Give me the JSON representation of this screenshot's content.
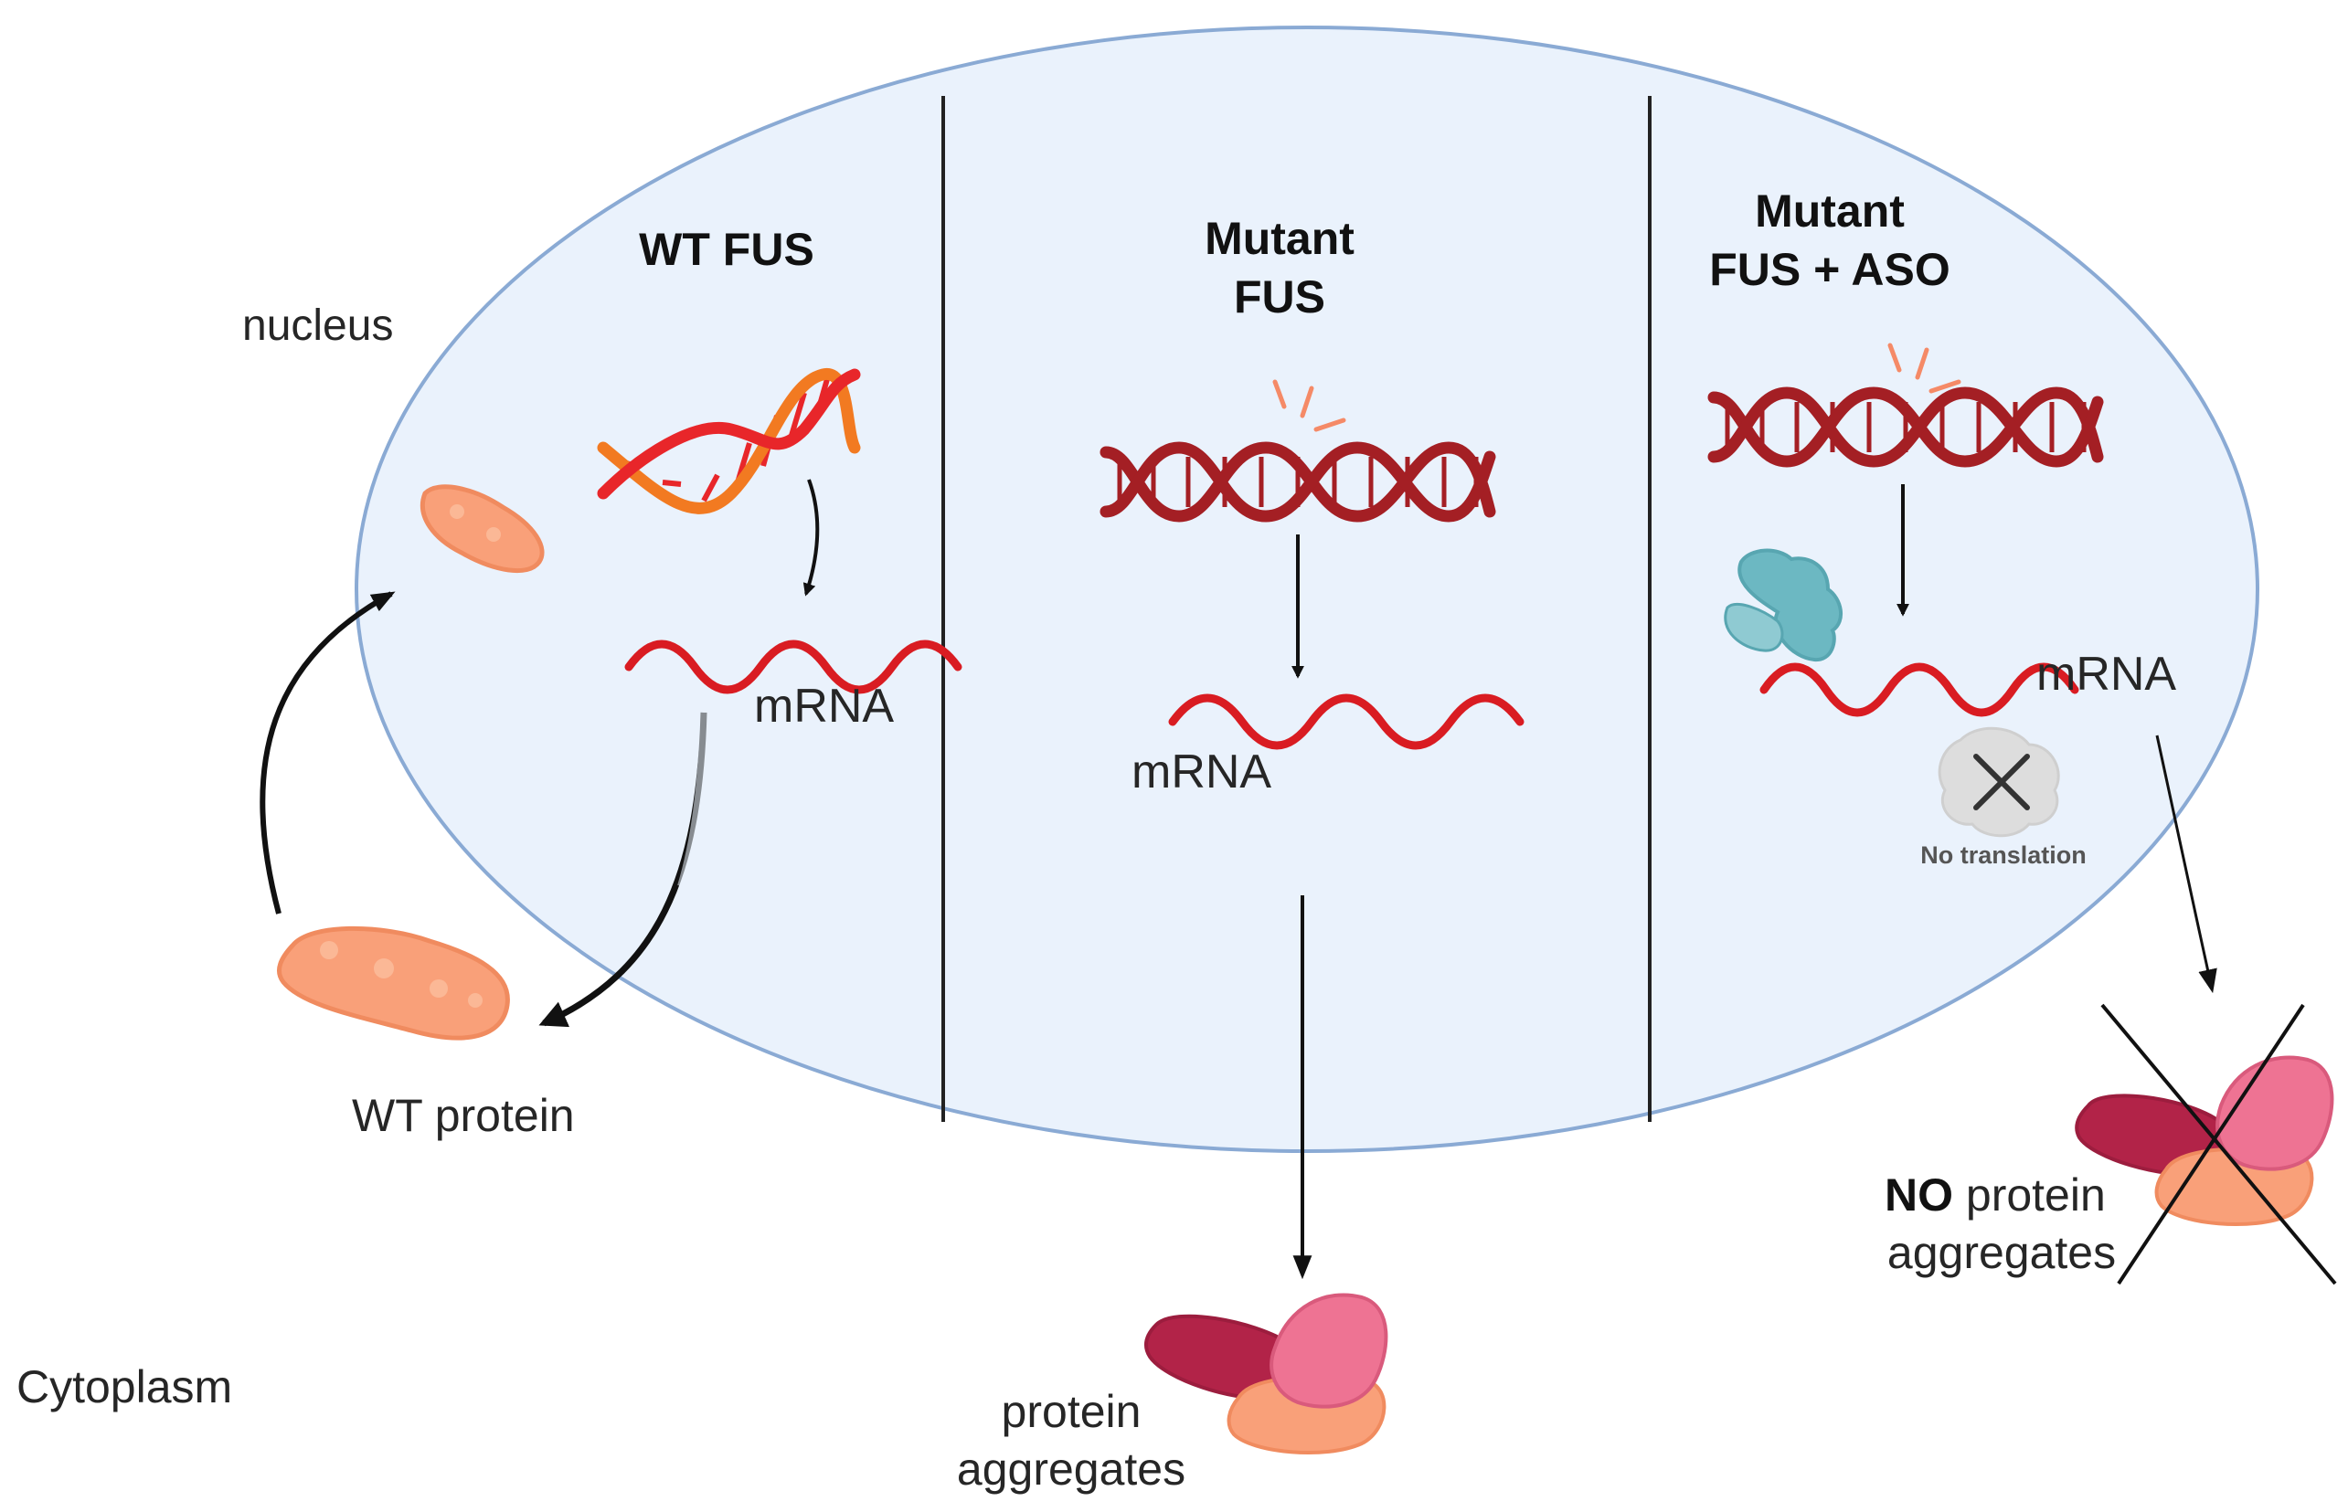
{
  "labels": {
    "nucleus": "nucleus",
    "cytoplasm": "Cytoplasm"
  },
  "panels": [
    {
      "title_lines": [
        "WT FUS"
      ],
      "mrna_label": "mRNA",
      "output_label": "WT protein"
    },
    {
      "title_lines": [
        "Mutant",
        "FUS"
      ],
      "mrna_label": "mRNA",
      "output_label_lines": [
        "protein",
        "aggregates"
      ]
    },
    {
      "title_lines": [
        "Mutant",
        "FUS + ASO"
      ],
      "mrna_label": "mRNA",
      "no_translation_label": "No translation",
      "output_label_bold": "NO",
      "output_label_rest": " protein",
      "output_label_line2": "aggregates"
    }
  ],
  "colors": {
    "nucleus_fill": "#EAF2FC",
    "nucleus_stroke": "#8AAAD4",
    "wt_dna_strand_1": "#E8262A",
    "wt_dna_strand_2": "#F27A21",
    "mutant_dna": "#A41F24",
    "mrna": "#D91C22",
    "wt_protein": "#F9A079",
    "aggregate_dark": "#B22348",
    "aggregate_pink": "#EE7393",
    "aggregate_orange": "#F9A079",
    "aso": "#6CB8C2",
    "no_translation_blob": "#DDDDDD",
    "mutation_spark": "#F58A67"
  },
  "icons": [
    "dna-icon",
    "mutant-dna-icon",
    "mrna-icon",
    "protein-icon",
    "aggregate-icon",
    "aso-icon",
    "no-translation-icon",
    "cross-out-icon",
    "mutation-spark-icon"
  ]
}
